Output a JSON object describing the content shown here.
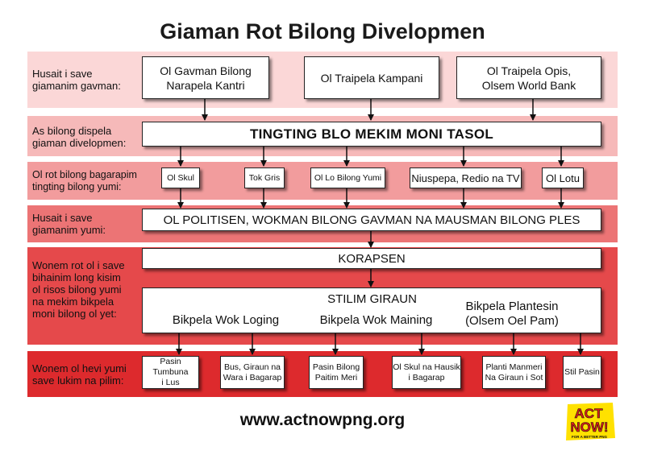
{
  "title": "Giaman Rot Bilong Divelopmen",
  "rows": [
    {
      "label": [
        "Husait i save",
        "giamanim gavman:"
      ],
      "color": "#fbd7d7"
    },
    {
      "label": [
        "As bilong dispela",
        "giaman divelopmen:"
      ],
      "color": "#f6b9b9"
    },
    {
      "label": [
        "Ol rot bilong bagarapim",
        "tingting bilong yumi:"
      ],
      "color": "#f29c9d"
    },
    {
      "label": [
        "Husait i save",
        "giamanim yumi:"
      ],
      "color": "#ec7475"
    },
    {
      "label": [
        "Wonem rot ol i save",
        "bihainim long kisim",
        "ol risos bilong yumi",
        "na mekim bikpela",
        "moni bilong ol yet:"
      ],
      "color": "#e5494b"
    },
    {
      "label": [
        "Wonem ol hevi yumi",
        "save lukim na pilim:"
      ],
      "color": "#dd2a2d"
    }
  ],
  "row1_boxes": [
    [
      "Ol Gavman Bilong",
      "Narapela Kantri"
    ],
    [
      "Ol Traipela Kampani"
    ],
    [
      "Ol Traipela Opis,",
      "Olsem World Bank"
    ]
  ],
  "row2_box": "TINGTING BLO MEKIM MONI TASOL",
  "row3_boxes": [
    "Ol Skul",
    "Tok Gris",
    "Ol Lo Bilong Yumi",
    "Niuspepa, Redio na TV",
    "Ol Lotu"
  ],
  "row4_box": "OL POLITISEN, WOKMAN BILONG GAVMAN NA MAUSMAN BILONG PLES",
  "row5_top_box": "KORAPSEN",
  "row5_bottom": {
    "stilim": "STILIM GIRAUN",
    "loging": "Bikpela Wok Loging",
    "maining": "Bikpela Wok Maining",
    "plantesin": "Bikpela Plantesin",
    "oelpam": "(Olsem Oel Pam)"
  },
  "row6_boxes": [
    [
      "Pasin Tumbuna",
      "i Lus"
    ],
    [
      "Bus, Giraun na",
      "Wara i Bagarap"
    ],
    [
      "Pasin Bilong",
      "Paitim Meri"
    ],
    [
      "Ol Skul na Hausik",
      "i Bagarap"
    ],
    [
      "Planti Manmeri",
      "Na Giraun i Sot"
    ],
    [
      "Stil Pasin"
    ]
  ],
  "footer": "www.actnowpng.org",
  "logo": {
    "line1": "ACT",
    "line2": "NOW!",
    "tagline": "FOR A BETTER PNG"
  }
}
